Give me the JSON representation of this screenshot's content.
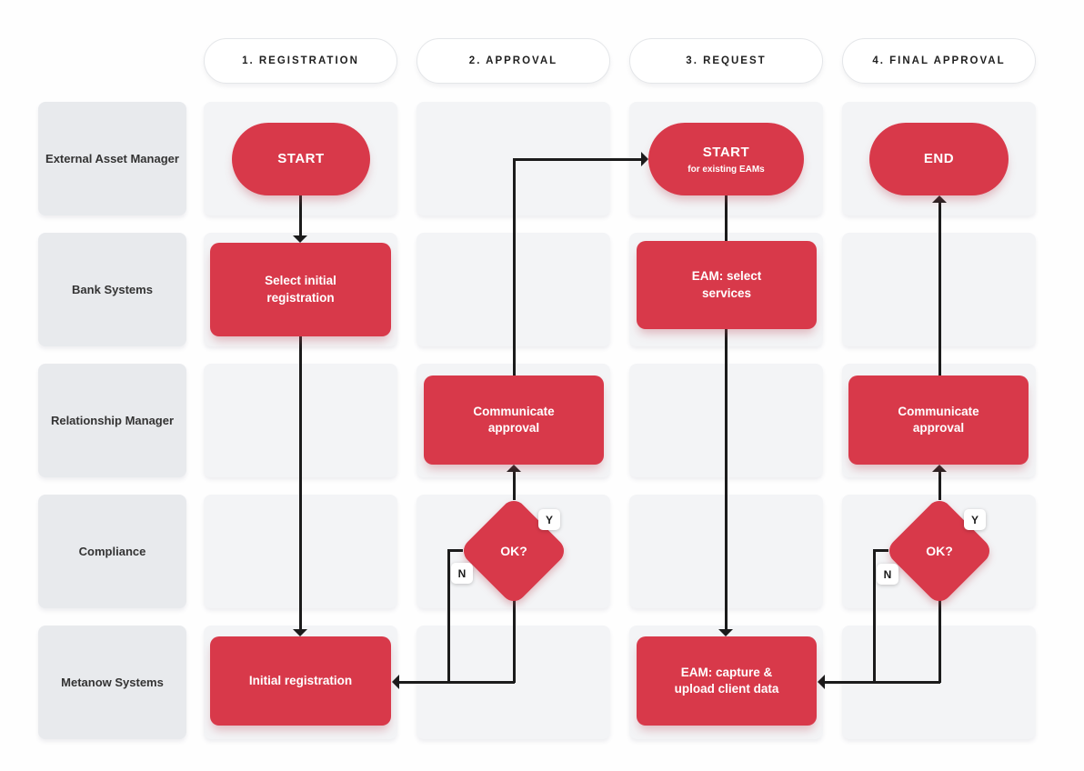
{
  "diagram": {
    "phases": [
      "1. REGISTRATION",
      "2. APPROVAL",
      "3. REQUEST",
      "4. FINAL APPROVAL"
    ],
    "lanes": [
      "External Asset Manager",
      "Bank Systems",
      "Relationship Manager",
      "Compliance",
      "Metanow Systems"
    ],
    "nodes": {
      "start_registration": {
        "label": "START"
      },
      "select_initial_registration": {
        "label": "Select initial registration"
      },
      "communicate_approval_registration": {
        "label": "Communicate approval"
      },
      "ok_registration": {
        "label": "OK?"
      },
      "initial_registration": {
        "label": "Initial registration"
      },
      "start_existing_eams": {
        "label": "START",
        "sublabel": "for existing EAMs"
      },
      "eam_select_services": {
        "label": "EAM: select services"
      },
      "eam_capture_upload": {
        "label": "EAM: capture & upload client data"
      },
      "end": {
        "label": "END"
      },
      "communicate_approval_final": {
        "label": "Communicate approval"
      },
      "ok_final": {
        "label": "OK?"
      }
    },
    "branch_labels": {
      "yes": "Y",
      "no": "N"
    },
    "colors": {
      "node_fill": "#d8394a",
      "node_text": "#ffffff",
      "connector": "#1b1b1b",
      "cell_fill": "#f3f4f6",
      "lane_label_fill": "#e8eaed",
      "phase_pill_bg": "#ffffff",
      "phase_pill_border": "#e4e6e9",
      "header_text": "#1f1f1f"
    }
  }
}
